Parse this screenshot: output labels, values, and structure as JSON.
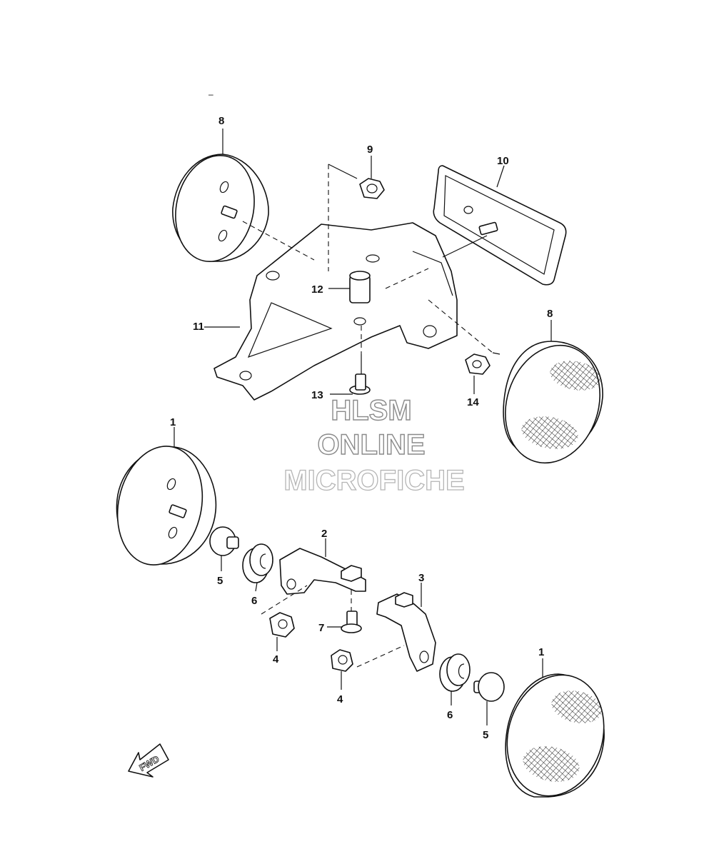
{
  "diagram": {
    "top_mark": "–",
    "callouts": [
      {
        "id": "c8a",
        "label": "8"
      },
      {
        "id": "c9",
        "label": "9"
      },
      {
        "id": "c10",
        "label": "10"
      },
      {
        "id": "c12",
        "label": "12"
      },
      {
        "id": "c11",
        "label": "11"
      },
      {
        "id": "c8b",
        "label": "8"
      },
      {
        "id": "c13",
        "label": "13"
      },
      {
        "id": "c14",
        "label": "14"
      },
      {
        "id": "c1a",
        "label": "1"
      },
      {
        "id": "c2",
        "label": "2"
      },
      {
        "id": "c3",
        "label": "3"
      },
      {
        "id": "c5a",
        "label": "5"
      },
      {
        "id": "c6a",
        "label": "6"
      },
      {
        "id": "c7",
        "label": "7"
      },
      {
        "id": "c4a",
        "label": "4"
      },
      {
        "id": "c4b",
        "label": "4"
      },
      {
        "id": "c1b",
        "label": "1"
      },
      {
        "id": "c6b",
        "label": "6"
      },
      {
        "id": "c5b",
        "label": "5"
      }
    ],
    "fwd_label": "FWD",
    "watermark": [
      "HLSM",
      "ONLINE",
      "MICROFICHE"
    ]
  }
}
